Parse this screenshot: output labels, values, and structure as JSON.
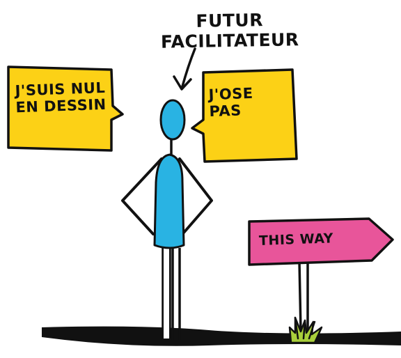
{
  "title": "FUTUR FACILITATEUR",
  "bubbles": {
    "left": {
      "line1": "J'SUIS NUL",
      "line2": "EN DESSIN"
    },
    "right": {
      "line1": "J'OSE",
      "line2": "PAS"
    }
  },
  "sign": {
    "label": "THIS WAY"
  },
  "colors": {
    "bubble": "#fcd116",
    "figure": "#29b3e3",
    "sign": "#e8559a",
    "grass": "#a9cf3b",
    "ink": "#111111"
  }
}
